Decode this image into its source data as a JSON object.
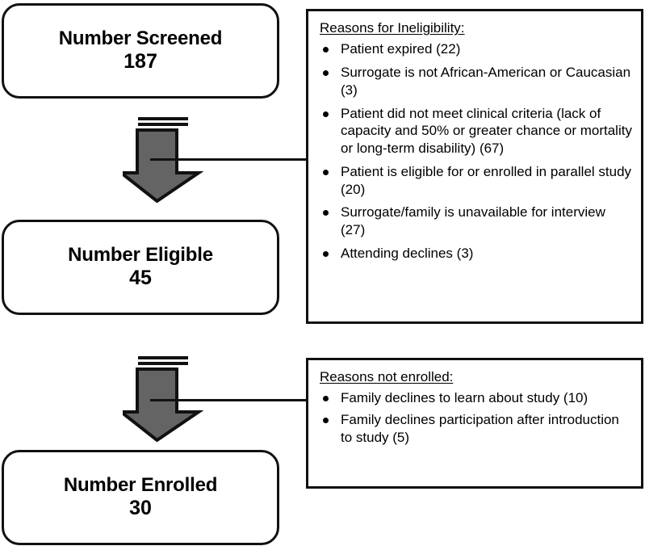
{
  "figure": {
    "type": "study-enrollment-flow-diagram",
    "nodes": [
      {
        "id": "screened",
        "title": "Number Screened",
        "count": "187"
      },
      {
        "id": "eligible",
        "title": "Number Eligible",
        "count": "45"
      },
      {
        "id": "enrolled",
        "title": "Number Enrolled",
        "count": "30"
      }
    ],
    "panels": [
      {
        "id": "ineligible",
        "heading": "Reasons for Ineligibility:",
        "items": [
          "Patient expired (22)",
          "Surrogate is not African-American or Caucasian (3)",
          "Patient did not meet clinical criteria (lack of capacity and 50% or greater chance or mortality or long-term disability) (67)",
          "Patient is eligible for or enrolled in parallel study (20)",
          "Surrogate/family is unavailable for interview (27)",
          "Attending declines (3)"
        ]
      },
      {
        "id": "not-enrolled",
        "heading": "Reasons not enrolled:",
        "items": [
          "Family declines to learn about study (10)",
          "Family declines participation after introduction to study (5)"
        ]
      }
    ],
    "colors": {
      "arrow_fill": "#646464",
      "arrow_stroke": "#111111",
      "box_stroke": "#111111",
      "background": "#ffffff",
      "text": "#000000"
    }
  }
}
